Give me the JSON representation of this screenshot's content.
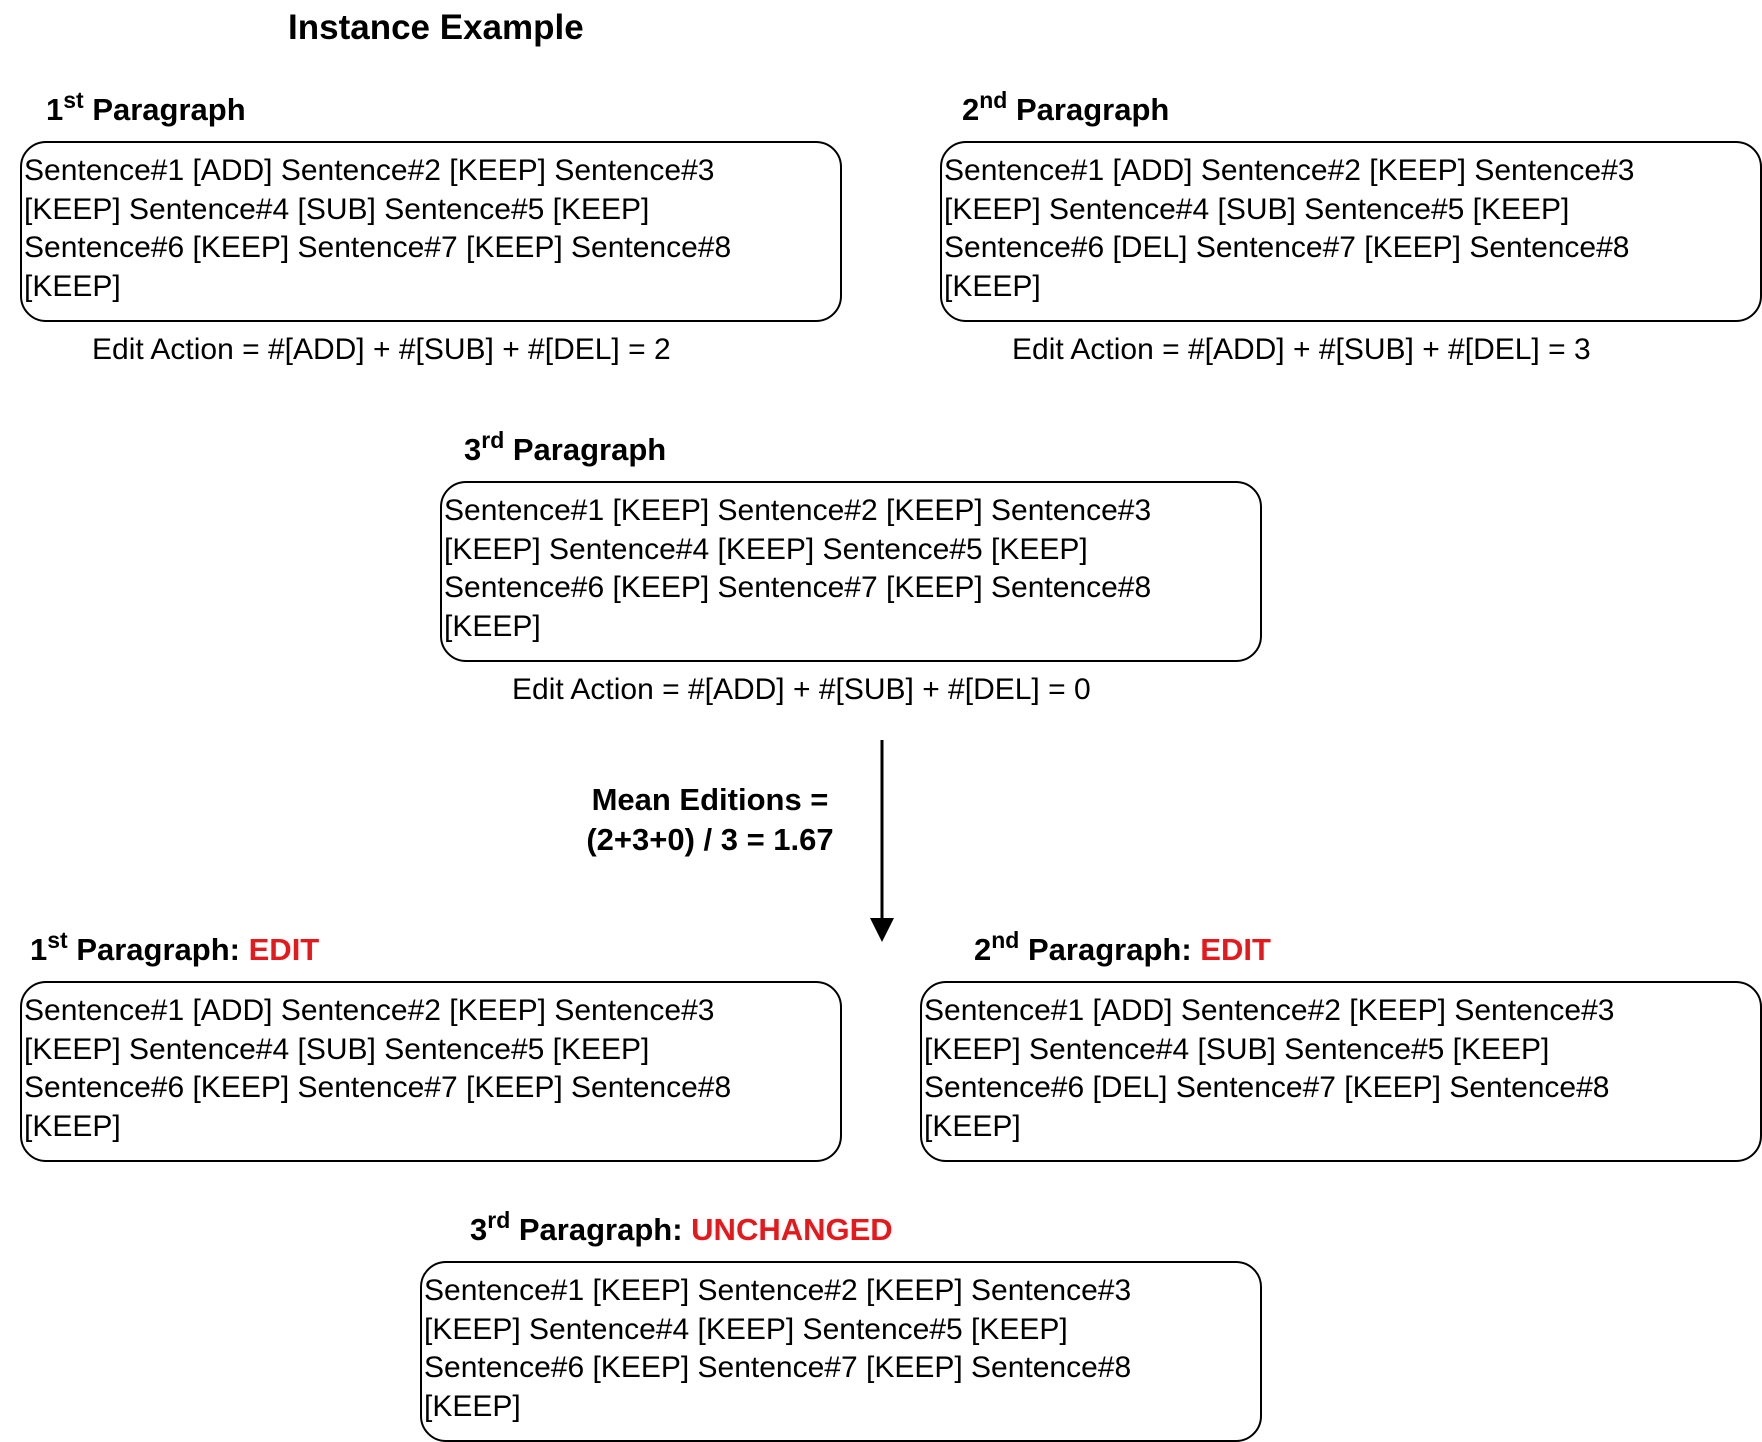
{
  "title": "Instance Example",
  "top_section": [
    {
      "ordinal": "1",
      "suffix": "st",
      "heading": "Paragraph",
      "text": "Sentence#1 [ADD] Sentence#2 [KEEP] Sentence#3\n[KEEP] Sentence#4 [SUB] Sentence#5 [KEEP]\nSentence#6 [KEEP] Sentence#7 [KEEP] Sentence#8\n[KEEP]",
      "edit_action": "Edit Action = #[ADD] + #[SUB] + #[DEL] = 2"
    },
    {
      "ordinal": "2",
      "suffix": "nd",
      "heading": "Paragraph",
      "text": "Sentence#1 [ADD] Sentence#2 [KEEP] Sentence#3\n[KEEP] Sentence#4 [SUB] Sentence#5 [KEEP]\nSentence#6 [DEL] Sentence#7 [KEEP] Sentence#8\n[KEEP]",
      "edit_action": "Edit Action = #[ADD] + #[SUB] + #[DEL] = 3"
    },
    {
      "ordinal": "3",
      "suffix": "rd",
      "heading": "Paragraph",
      "text": "Sentence#1 [KEEP] Sentence#2 [KEEP] Sentence#3\n[KEEP] Sentence#4 [KEEP] Sentence#5 [KEEP]\nSentence#6 [KEEP] Sentence#7 [KEEP] Sentence#8\n[KEEP]",
      "edit_action": "Edit Action = #[ADD] + #[SUB] + #[DEL] = 0"
    }
  ],
  "mean": {
    "line1": "Mean Editions =",
    "line2": "(2+3+0) / 3 = 1.67"
  },
  "bottom_section": [
    {
      "ordinal": "1",
      "suffix": "st",
      "heading": "Paragraph:",
      "status": "EDIT",
      "text": "Sentence#1 [ADD] Sentence#2 [KEEP] Sentence#3\n[KEEP] Sentence#4 [SUB] Sentence#5 [KEEP]\nSentence#6 [KEEP] Sentence#7 [KEEP] Sentence#8\n[KEEP]"
    },
    {
      "ordinal": "2",
      "suffix": "nd",
      "heading": "Paragraph:",
      "status": "EDIT",
      "text": "Sentence#1 [ADD] Sentence#2 [KEEP] Sentence#3\n[KEEP] Sentence#4 [SUB] Sentence#5 [KEEP]\nSentence#6 [DEL] Sentence#7 [KEEP] Sentence#8\n[KEEP]"
    },
    {
      "ordinal": "3",
      "suffix": "rd",
      "heading": "Paragraph:",
      "status": "UNCHANGED",
      "text": "Sentence#1 [KEEP] Sentence#2 [KEEP] Sentence#3\n[KEEP] Sentence#4 [KEEP] Sentence#5 [KEEP]\nSentence#6 [KEEP] Sentence#7 [KEEP] Sentence#8\n[KEEP]"
    }
  ],
  "colors": {
    "status": "#e5191c",
    "stroke": "#000000"
  }
}
